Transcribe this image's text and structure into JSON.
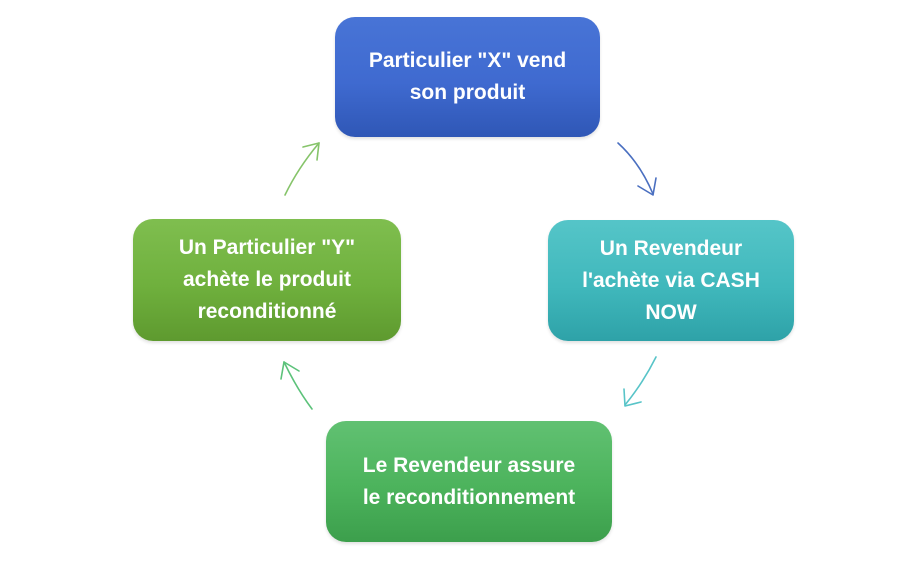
{
  "diagram": {
    "nodes": {
      "top": {
        "line1": "Particulier \"X\" vend",
        "line2": "son produit",
        "color": "#3f6ad0"
      },
      "right": {
        "line1": "Un Revendeur",
        "line2": "l'achète via CASH",
        "line3": "NOW",
        "color": "#40b8bc"
      },
      "bottom": {
        "line1": "Le Revendeur assure",
        "line2": "le reconditionnement",
        "color": "#4cb35c"
      },
      "left": {
        "line1": "Un Particulier \"Y\"",
        "line2": "achète le produit",
        "line3": "reconditionné",
        "color": "#6fb03d"
      }
    },
    "arrows": [
      {
        "from": "top",
        "to": "right",
        "color": "#4a6fc0"
      },
      {
        "from": "right",
        "to": "bottom",
        "color": "#58c4c8"
      },
      {
        "from": "bottom",
        "to": "left",
        "color": "#5cc27a"
      },
      {
        "from": "left",
        "to": "top",
        "color": "#86c46a"
      }
    ]
  }
}
